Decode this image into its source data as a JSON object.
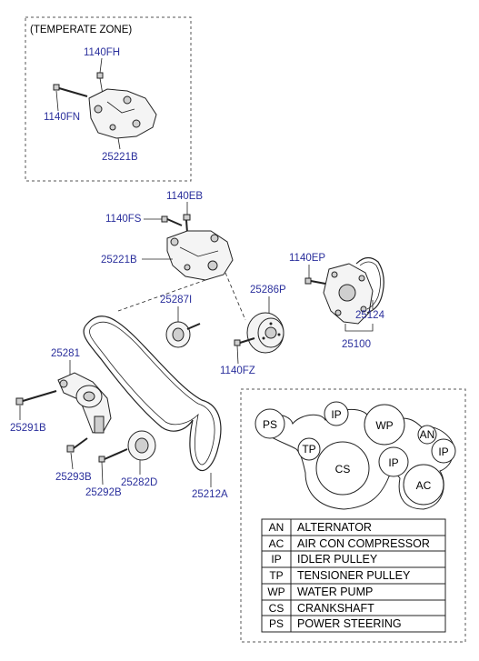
{
  "temperate_zone": {
    "title": "(TEMPERATE ZONE)"
  },
  "part_numbers": {
    "bolt_upper_tz": "1140FH",
    "bolt_left_tz": "1140FN",
    "bracket_tz": "25221B",
    "bolt_eb": "1140EB",
    "bolt_fs": "1140FS",
    "bracket_main": "25221B",
    "idler_small": "25287I",
    "water_pump_pulley": "25286P",
    "bolt_ep": "1140EP",
    "gasket": "25124",
    "water_pump": "25100",
    "bolt_fz": "1140FZ",
    "tensioner": "25281",
    "bolt_291b": "25291B",
    "bolt_293b": "25293B",
    "idler_282d": "25282D",
    "bolt_292b": "25292B",
    "belt": "25212A"
  },
  "belt_layout": {
    "pulleys": [
      "PS",
      "IP",
      "WP",
      "AN",
      "TP",
      "CS",
      "IP",
      "IP",
      "AC"
    ]
  },
  "legend": [
    {
      "code": "AN",
      "description": "ALTERNATOR"
    },
    {
      "code": "AC",
      "description": "AIR CON COMPRESSOR"
    },
    {
      "code": "IP",
      "description": "IDLER PULLEY"
    },
    {
      "code": "TP",
      "description": "TENSIONER PULLEY"
    },
    {
      "code": "WP",
      "description": "WATER PUMP"
    },
    {
      "code": "CS",
      "description": "CRANKSHAFT"
    },
    {
      "code": "PS",
      "description": "POWER STEERING"
    }
  ]
}
